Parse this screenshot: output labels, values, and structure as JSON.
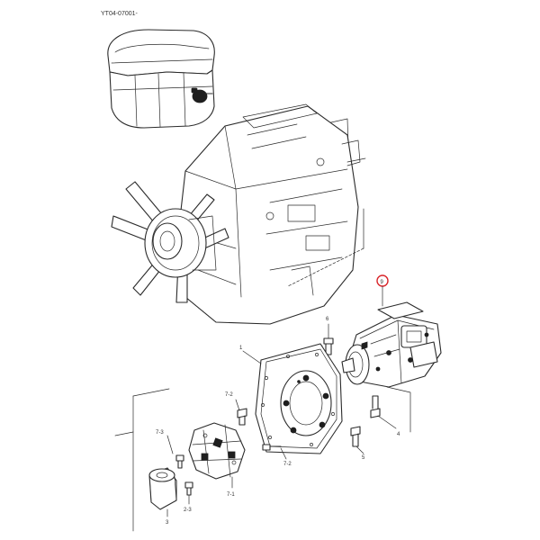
{
  "header": {
    "serial_range": "YT04-07001-"
  },
  "callouts": [
    {
      "id": "pump",
      "label": "9",
      "color": "#d9252a"
    }
  ],
  "part_labels": {
    "p1": "1",
    "p3": "3",
    "p4": "4",
    "p5": "5",
    "p6": "6",
    "p7_1": "7-1",
    "p7_2a": "7-2",
    "p7_2b": "7-2",
    "p7_3": "7-3",
    "p2_3": "2-3"
  },
  "colors": {
    "line": "#2b2b2b",
    "highlight": "#d9252a"
  }
}
